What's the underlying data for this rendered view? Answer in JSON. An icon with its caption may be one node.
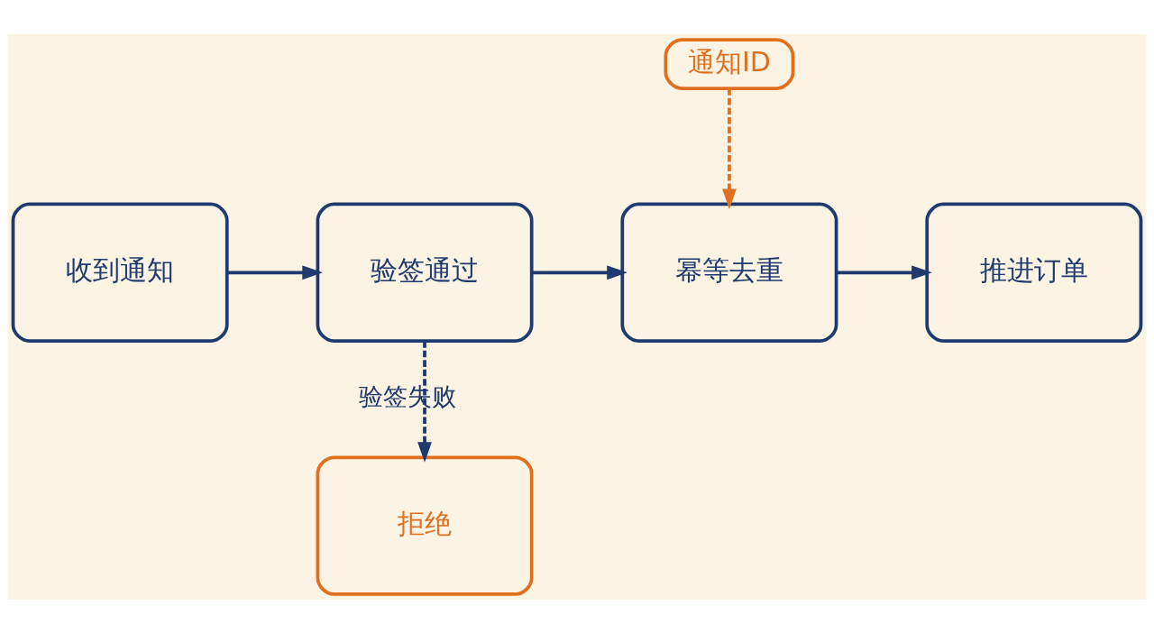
{
  "diagram": {
    "nodes": [
      {
        "text": [
          "收到通知"
        ]
      },
      {
        "text": [
          "验签通过"
        ]
      },
      {
        "text": [
          "幂等去重"
        ]
      },
      {
        "text": [
          "推进订单"
        ]
      },
      {
        "text": [
          "拒绝"
        ]
      },
      {
        "text": [
          "通知ID"
        ]
      }
    ],
    "edges": [
      {
        "from": 0,
        "to": 1,
        "arrow": "to"
      },
      {
        "from": 1,
        "to": 2,
        "arrow": "to"
      },
      {
        "from": 2,
        "to": 3,
        "arrow": "to"
      },
      {
        "from": 1,
        "to": 4,
        "arrow": "to",
        "label": "验签失败",
        "style": "dashed"
      },
      {
        "from": 5,
        "to": 2,
        "arrow": "to",
        "style": "dashed",
        "color": "#e07020"
      }
    ]
  }
}
